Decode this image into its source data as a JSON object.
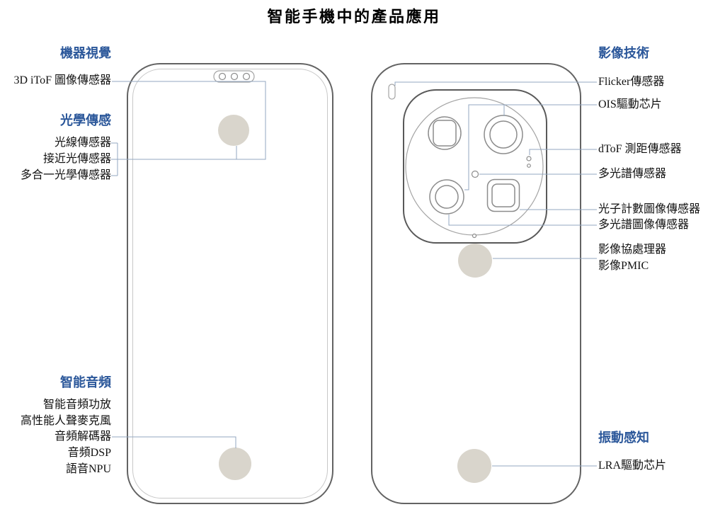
{
  "title": "智能手機中的產品應用",
  "colors": {
    "header_blue": "#2b579a",
    "label_text": "#111111",
    "connector_line": "#93a7c0",
    "phone_outline": "#636363",
    "module_outline": "#595959",
    "camera_outline": "#8c8c8c",
    "sensor_fill": "#d9d5cc",
    "screen_inner_line": "#c8c8c8"
  },
  "left": {
    "machine_vision": {
      "header": "機器視覺",
      "items": [
        "3D iToF 圖像傳感器"
      ]
    },
    "optical": {
      "header": "光學傳感",
      "items": [
        "光線傳感器",
        "接近光傳感器",
        "多合一光學傳感器"
      ]
    },
    "audio": {
      "header": "智能音頻",
      "items": [
        "智能音頻功放",
        "高性能人聲麥克風",
        "音頻解碼器",
        "音頻DSP",
        "語音NPU"
      ]
    }
  },
  "right": {
    "imaging": {
      "header": "影像技術",
      "items": [
        "Flicker傳感器",
        "OIS驅動芯片",
        "dToF 測距傳感器",
        "多光譜傳感器",
        "光子計數圖像傳感器",
        "多光譜圖像傳感器",
        "影像協處理器",
        "影像PMIC"
      ]
    },
    "haptics": {
      "header": "振動感知",
      "items": [
        "LRA驅動芯片"
      ]
    }
  }
}
